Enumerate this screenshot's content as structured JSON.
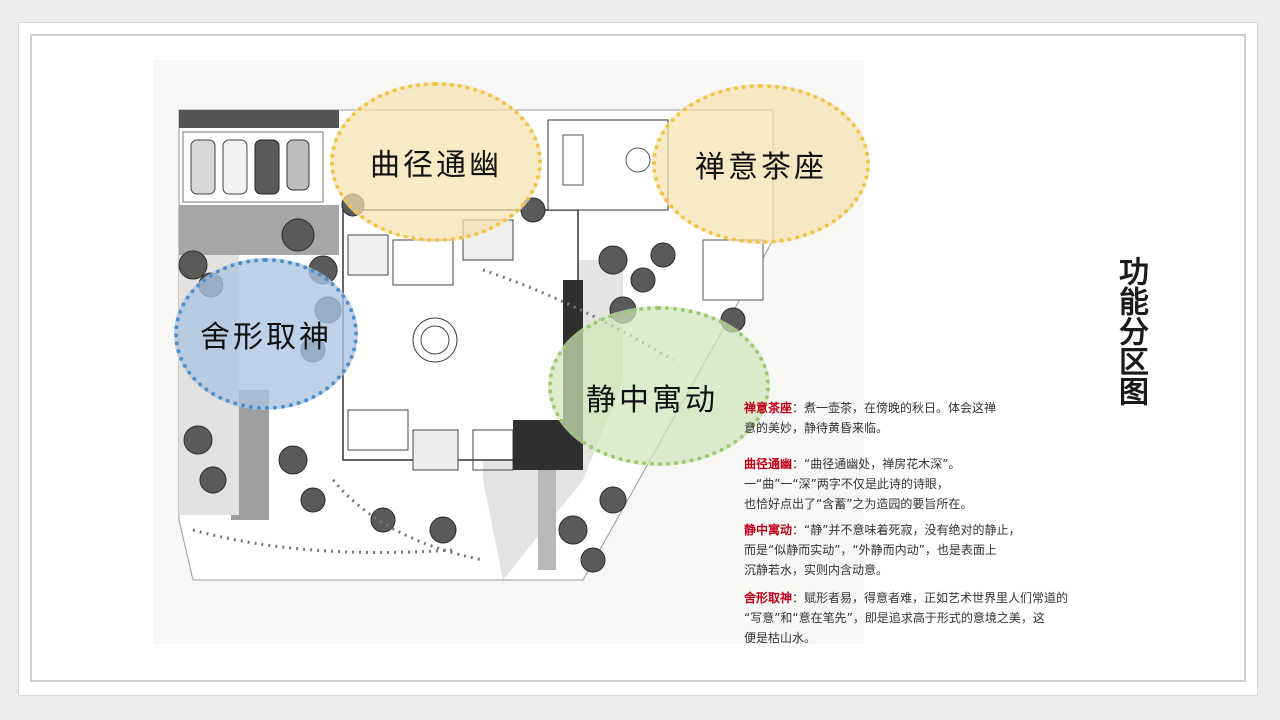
{
  "title": "功能分区图",
  "zones": {
    "tea": "禅意茶座",
    "path": "曲径通幽",
    "form": "舍形取神",
    "calm": "静中寓动"
  },
  "descriptions": [
    {
      "term": "禅意茶座",
      "lines": [
        "：煮一壶茶，在傍晚的秋日。体会这禅",
        "意的美妙，静待黄昏来临。"
      ]
    },
    {
      "term": "曲径通幽",
      "lines": [
        "：“曲径通幽处，禅房花木深”。",
        "一“曲”一“深”两字不仅是此诗的诗眼，",
        "也恰好点出了“含蓄”之为造园的要旨所在。"
      ]
    },
    {
      "term": "静中寓动",
      "lines": [
        "：“静”并不意味着死寂，没有绝对的静止，",
        "而是“似静而实动”，“外静而内动”，也是表面上",
        "沉静若水，实则内含动意。"
      ]
    },
    {
      "term": "舍形取神",
      "lines": [
        "：赋形者易，得意者难，正如艺术世界里人们常道的",
        "“写意”和“意在笔先”，即是追求高于形式的意境之美，这",
        "便是枯山水。"
      ]
    }
  ],
  "colors": {
    "yellow_zone": "#f1c243",
    "blue_zone": "#4f8fc9",
    "green_zone": "#9bc870",
    "term_red": "#c0001a"
  }
}
